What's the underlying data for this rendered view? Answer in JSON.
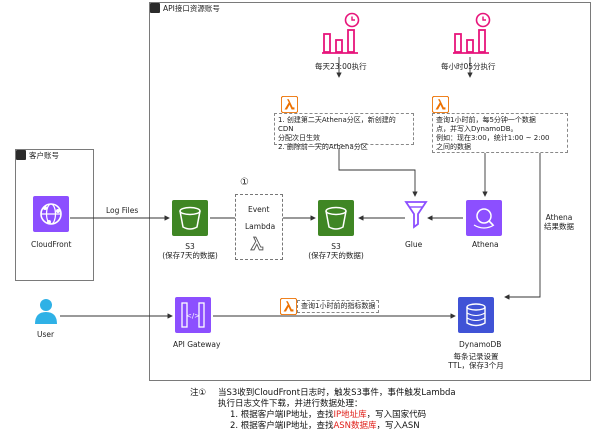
{
  "api_account": {
    "title": "API接口资源账号"
  },
  "customer_account": {
    "title": "客户账号"
  },
  "nodes": {
    "cloudfront": "CloudFront",
    "s3_a": [
      "S3",
      "(保存7天的数据)"
    ],
    "s3_b": [
      "S3",
      "(保存7天的数据)"
    ],
    "glue": "Glue",
    "athena": "Athena",
    "user": "User",
    "api_gateway": "API Gateway",
    "dynamodb": "DynamoDB",
    "dynamodb_note": [
      "每条记录设置",
      "TTL，保存3个月"
    ]
  },
  "edges": {
    "log_files": "Log Files",
    "athena_result": [
      "Athena",
      "结果数据"
    ]
  },
  "event_box": {
    "marker": "①",
    "event": "Event",
    "lambda": "Lambda"
  },
  "schedules": {
    "daily": "每天23:00执行",
    "hourly": "每小时05分执行"
  },
  "notes": {
    "lambda1": [
      "1. 创建第二天Athena分区，新创建的CDN",
      "分配次日生效",
      "2. 删除前一天的Athena分区"
    ],
    "lambda2": [
      "查询1小时前，每5分钟一个数据",
      "点，并写入DynamoDB。",
      "例如：现在3:00，统计1:00 ~ 2:00",
      "之间的数据"
    ],
    "lambda3": "查询1小时前的指标数据"
  },
  "footnote": {
    "marker": "注①",
    "line1": "当S3收到CloudFront日志时，触发S3事件，事件触发Lambda",
    "line2": "执行日志文件下载，并进行数据处理：",
    "item1_pre": "1. 根据客户端IP地址，查找",
    "item1_red": "IP地址库",
    "item1_post": "，写入国家代码",
    "item2_pre": "2. 根据客户端IP地址，查找",
    "item2_red": "ASN数据库",
    "item2_post": "，写入ASN"
  },
  "colors": {
    "s3": "#3f8624",
    "cloudfront": "#8c4fff",
    "athena": "#8c4fff",
    "glue": "#8c4fff",
    "api_gateway": "#8c4fff",
    "dynamodb": "#4053d6",
    "lambda": "#ed7100",
    "eventbridge": "#e7157b",
    "user": "#2fb1e6"
  }
}
